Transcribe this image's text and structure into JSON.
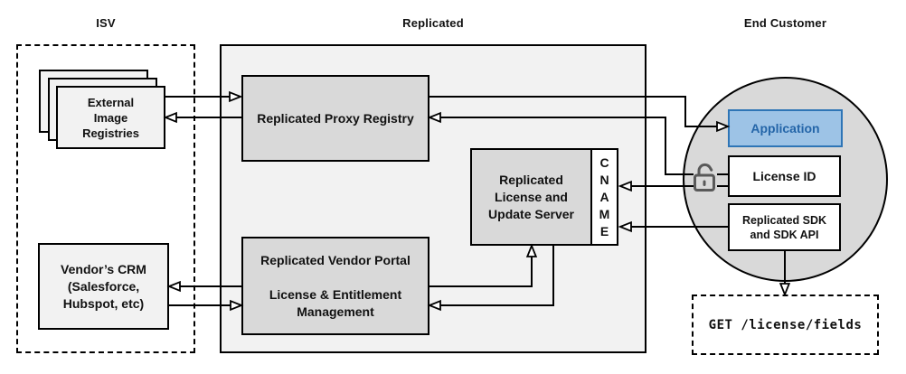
{
  "sections": {
    "isv": {
      "title": "ISV"
    },
    "replicated": {
      "title": "Replicated"
    },
    "end_customer": {
      "title": "End Customer"
    }
  },
  "nodes": {
    "registries": {
      "lines": [
        "External",
        "Image",
        "Registries"
      ]
    },
    "crm": {
      "lines": [
        "Vendor’s CRM",
        "(Salesforce,",
        "Hubspot, etc)"
      ]
    },
    "proxy_registry": {
      "label": "Replicated Proxy Registry"
    },
    "license_update_server": {
      "lines": [
        "Replicated",
        "License and",
        "Update Server"
      ]
    },
    "cname": {
      "letters": [
        "C",
        "N",
        "A",
        "M",
        "E"
      ]
    },
    "vendor_portal": {
      "title": "Replicated Vendor Portal",
      "subtitle_lines": [
        "License & Entitlement",
        "Management"
      ]
    },
    "application": {
      "label": "Application"
    },
    "license_id": {
      "label": "License ID"
    },
    "sdk": {
      "lines": [
        "Replicated SDK",
        "and SDK API"
      ]
    },
    "get_endpoint": {
      "label": "GET /license/fields"
    }
  },
  "icons": {
    "lock": "unlock-icon"
  },
  "colors": {
    "line": "#000000",
    "panel_fill": "#F2F2F2",
    "node_fill": "#D9D9D9",
    "circle_fill": "#D9D9D9",
    "application_fill": "#9DC3E6",
    "application_border": "#2E75B6",
    "application_text": "#2465A8",
    "lock": "#595959"
  }
}
